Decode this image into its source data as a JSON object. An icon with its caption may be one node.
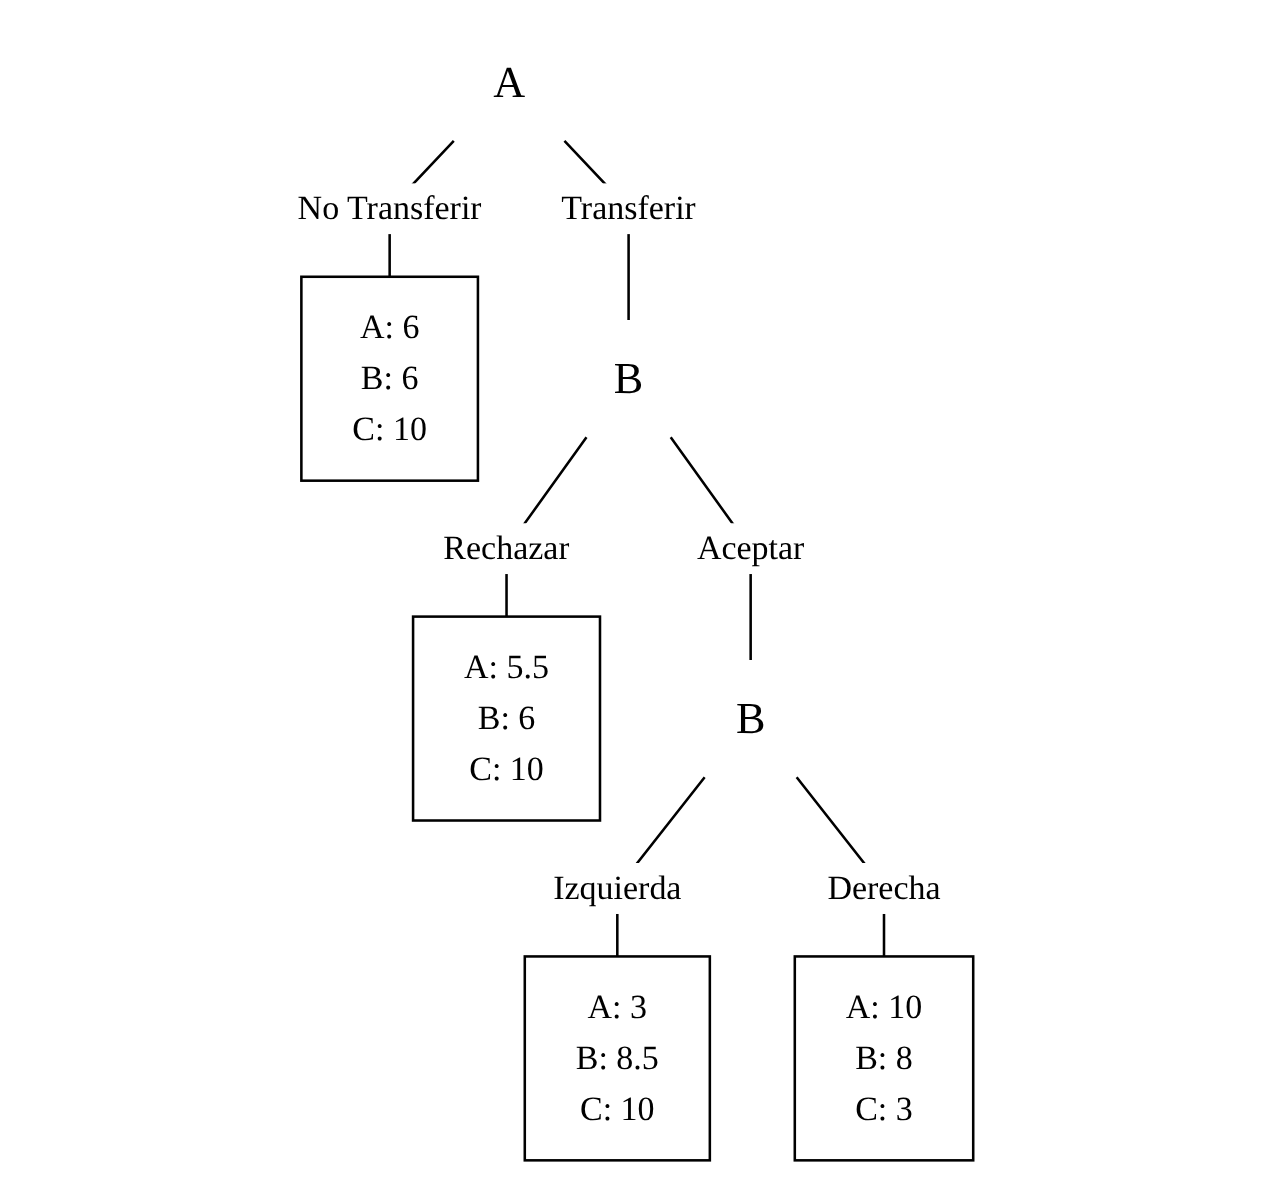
{
  "diagram": {
    "nodes": [
      {
        "text": [
          "A"
        ]
      },
      {
        "text": [
          "A: 6",
          "B: 6",
          "C: 10"
        ]
      },
      {
        "text": [
          "B"
        ]
      },
      {
        "text": [
          "A: 5.5",
          "B: 6",
          "C: 10"
        ]
      },
      {
        "text": [
          "B"
        ]
      },
      {
        "text": [
          "A: 3",
          "B: 8.5",
          "C: 10"
        ]
      },
      {
        "text": [
          "A: 10",
          "B: 8",
          "C: 3"
        ]
      }
    ],
    "edges": [
      {
        "from": 0,
        "to": 1,
        "arrow": "none",
        "label": "No Transferir"
      },
      {
        "from": 0,
        "to": 2,
        "arrow": "none",
        "label": "Transferir"
      },
      {
        "from": 2,
        "to": 3,
        "arrow": "none",
        "label": "Rechazar"
      },
      {
        "from": 2,
        "to": 4,
        "arrow": "none",
        "label": "Aceptar"
      },
      {
        "from": 4,
        "to": 5,
        "arrow": "none",
        "label": "Izquierda"
      },
      {
        "from": 4,
        "to": 6,
        "arrow": "none",
        "label": "Derecha"
      }
    ]
  }
}
